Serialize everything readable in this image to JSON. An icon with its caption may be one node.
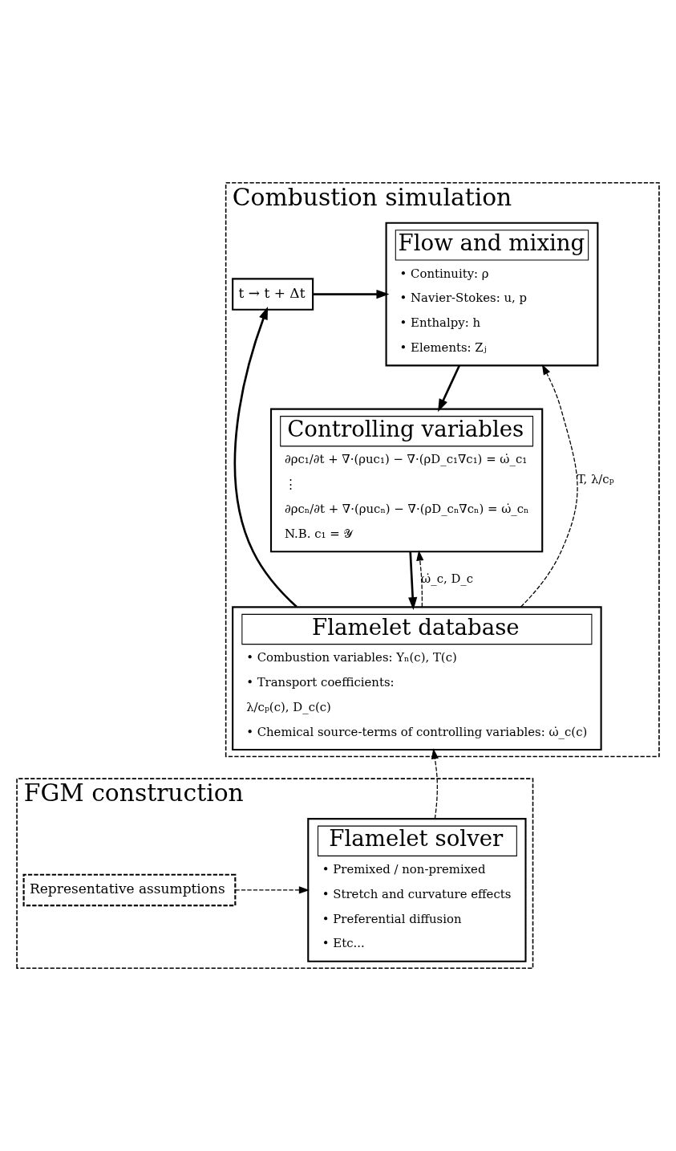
{
  "diagram": {
    "nodes": [
      {
        "text": [
          "Combustion simulation"
        ]
      },
      {
        "text": [
          "Flow and mixing",
          "• Continuity: ρ",
          "• Navier-Stokes: u, p",
          "• Enthalpy: h",
          "• Elements: Zⱼ"
        ],
        "in": 0
      },
      {
        "text": [
          "Controlling variables",
          "∂ρc₁/∂t + ∇·(ρuc₁) − ∇·(ρD_c₁∇c₁) = ω̇_c₁",
          "⋮",
          "∂ρcₙ/∂t + ∇·(ρucₙ) − ∇·(ρD_cₙ∇cₙ) = ω̇_cₙ",
          "N.B. c₁ = 𝒴"
        ],
        "in": 0
      },
      {
        "text": [
          "t → t + Δt"
        ],
        "in": 0
      },
      {
        "text": [
          "Flamelet database",
          "• Combustion variables: Yₙ(c), T(c)",
          "• Transport coefficients:",
          "λ/cₚ(c), D_c(c)",
          "• Chemical source-terms of controlling variables: ω̇_c(c)"
        ],
        "in": 0
      },
      {
        "text": [
          "FGM construction"
        ]
      },
      {
        "text": [
          "Flamelet solver",
          "• Premixed / non-premixed",
          "• Stretch and curvature effects",
          "• Preferential diffusion",
          "• Etc..."
        ],
        "in": 5
      },
      {
        "text": [
          "Representative assumptions"
        ],
        "in": 5
      }
    ],
    "edges": [
      {
        "from": 1,
        "to": 2,
        "arrow": "to"
      },
      {
        "from": 2,
        "to": 4,
        "arrow": "to"
      },
      {
        "from": 4,
        "to": 3,
        "arrow": "to"
      },
      {
        "from": 3,
        "to": 1,
        "arrow": "to"
      },
      {
        "from": 4,
        "to": 1,
        "arrow": "to",
        "style": "dashed",
        "label": "T, λ/cₚ"
      },
      {
        "from": 4,
        "to": 2,
        "arrow": "to",
        "style": "dashed",
        "label": "ω̇_c, D_c"
      },
      {
        "from": 6,
        "to": 4,
        "arrow": "to",
        "style": "dashed"
      },
      {
        "from": 7,
        "to": 6,
        "arrow": "to",
        "style": "dashed"
      }
    ]
  }
}
